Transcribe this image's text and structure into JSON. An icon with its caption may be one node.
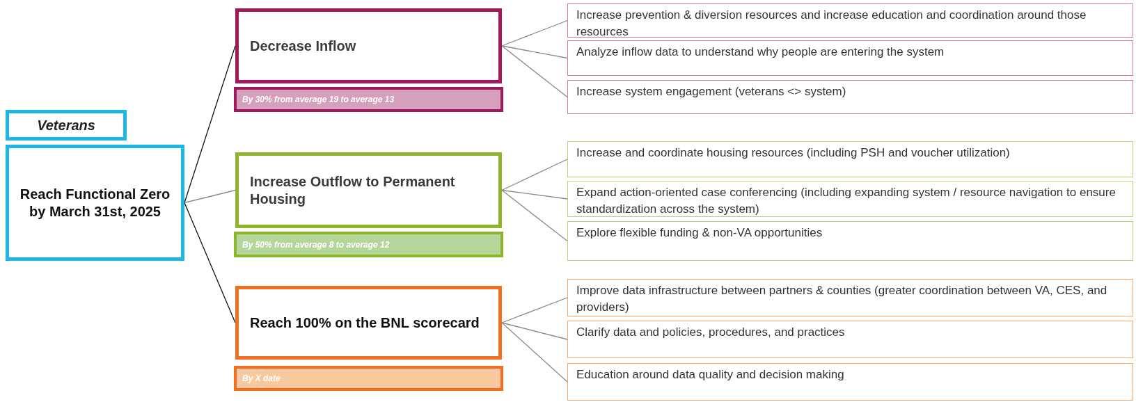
{
  "diagram": {
    "nodes": [
      {
        "text": [
          "Veterans"
        ]
      },
      {
        "text": [
          "Reach Functional Zero by March 31st, 2025"
        ]
      },
      {
        "text": [
          "Decrease Inflow"
        ]
      },
      {
        "text": [
          "By 30% from average 19 to average 13"
        ]
      },
      {
        "text": [
          "Increase prevention & diversion resources and increase education and coordination around those resources"
        ]
      },
      {
        "text": [
          "Analyze inflow data to understand why people are entering the system"
        ]
      },
      {
        "text": [
          "Increase system engagement (veterans <> system)"
        ]
      },
      {
        "text": [
          "Increase Outflow to Permanent Housing"
        ]
      },
      {
        "text": [
          "By 50% from average 8  to average 12"
        ]
      },
      {
        "text": [
          "Increase and coordinate housing resources (including PSH and voucher utilization)"
        ]
      },
      {
        "text": [
          "Expand action-oriented case conferencing (including expanding system / resource navigation to ensure standardization across the system)"
        ]
      },
      {
        "text": [
          "Explore flexible funding & non-VA opportunities"
        ]
      },
      {
        "text": [
          "Reach 100% on the BNL scorecard"
        ]
      },
      {
        "text": [
          "By X date"
        ]
      },
      {
        "text": [
          "Improve data infrastructure between partners & counties (greater coordination between VA, CES, and providers)"
        ]
      },
      {
        "text": [
          "Clarify data and policies, procedures, and practices"
        ]
      },
      {
        "text": [
          "Education around data quality and decision making"
        ]
      }
    ],
    "edges": [
      {
        "from": 1,
        "to": 2,
        "arrow": "none",
        "color": "#111111"
      },
      {
        "from": 1,
        "to": 7,
        "arrow": "none"
      },
      {
        "from": 1,
        "to": 12,
        "arrow": "none",
        "color": "#111111"
      },
      {
        "from": 2,
        "to": 4,
        "arrow": "none"
      },
      {
        "from": 2,
        "to": 5,
        "arrow": "none"
      },
      {
        "from": 2,
        "to": 6,
        "arrow": "none"
      },
      {
        "from": 7,
        "to": 9,
        "arrow": "none"
      },
      {
        "from": 7,
        "to": 10,
        "arrow": "none"
      },
      {
        "from": 7,
        "to": 11,
        "arrow": "none"
      },
      {
        "from": 12,
        "to": 14,
        "arrow": "none"
      },
      {
        "from": 12,
        "to": 15,
        "arrow": "none"
      },
      {
        "from": 12,
        "to": 16,
        "arrow": "none"
      }
    ]
  }
}
